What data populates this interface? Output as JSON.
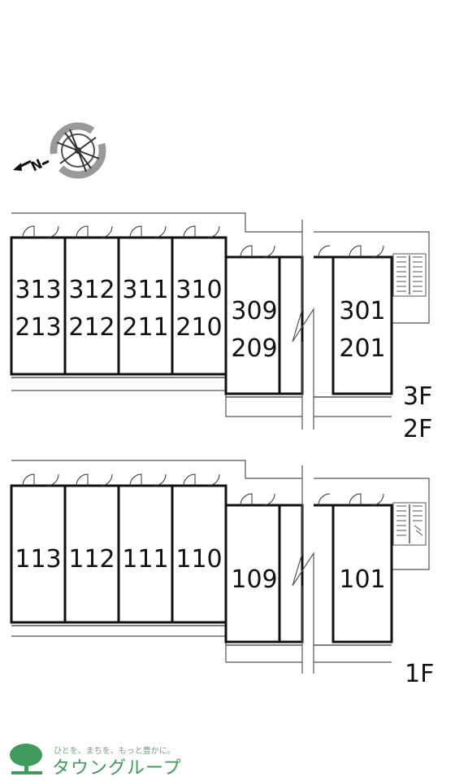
{
  "compass": {
    "letter": "N",
    "icon": "north-arrow-compass-icon"
  },
  "upper_block": {
    "rooms": [
      {
        "top": "313",
        "bottom": "213"
      },
      {
        "top": "312",
        "bottom": "212"
      },
      {
        "top": "311",
        "bottom": "211"
      },
      {
        "top": "310",
        "bottom": "210"
      },
      {
        "top": "309",
        "bottom": "209"
      },
      {
        "top": "301",
        "bottom": "201"
      }
    ],
    "floors": [
      "3F",
      "2F"
    ]
  },
  "lower_block": {
    "rooms": [
      "113",
      "112",
      "111",
      "110",
      "109",
      "101"
    ],
    "floors": [
      "1F"
    ]
  },
  "logo": {
    "tagline": "ひとを、まちを、もっと豊かに。",
    "name": "タウングループ",
    "icon": "tree-logo-icon",
    "color": "#3f9a5c"
  },
  "colors": {
    "wall": "#111111",
    "thin_line": "#555555"
  }
}
